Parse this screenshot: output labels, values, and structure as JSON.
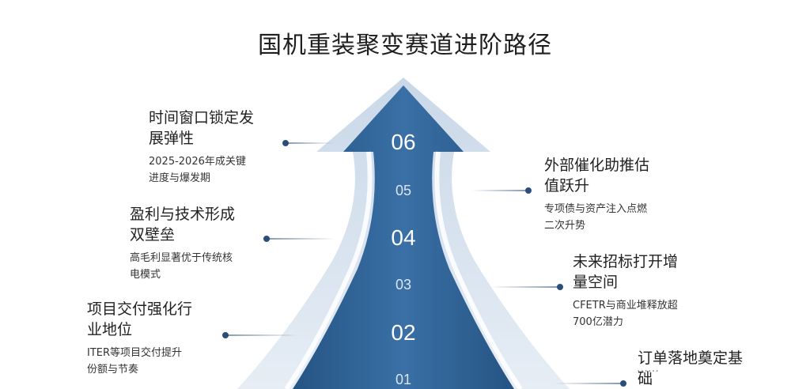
{
  "title": "国机重装聚变赛道进阶路径",
  "steps": [
    "06",
    "05",
    "04",
    "03",
    "02",
    "01"
  ],
  "items": [
    {
      "heading_1": "时间窗口锁定发",
      "heading_2": "展弹性",
      "desc_1": "2025-2026年成关键",
      "desc_2": "进度与爆发期"
    },
    {
      "heading_1": "外部催化助推估",
      "heading_2": "值跃升",
      "desc_1": "专项债与资产注入点燃",
      "desc_2": "二次升势"
    },
    {
      "heading_1": "盈利与技术形成",
      "heading_2": "双壁垒",
      "desc_1": "高毛利显著优于传统核",
      "desc_2": "电模式"
    },
    {
      "heading_1": "未来招标打开增",
      "heading_2": "量空间",
      "desc_1": "CFETR与商业堆释放超",
      "desc_2": "700亿潜力"
    },
    {
      "heading_1": "项目交付强化行",
      "heading_2": "业地位",
      "desc_1": "ITER等项目交付提升",
      "desc_2": "份额与节奏"
    },
    {
      "heading_1": "订单落地奠定基",
      "heading_2": "础"
    }
  ],
  "watermark": "……",
  "colors": {
    "arrow_dark": "#2b5d92",
    "arrow_light": "#c9d8e8",
    "dot": "#2b4f7a"
  }
}
